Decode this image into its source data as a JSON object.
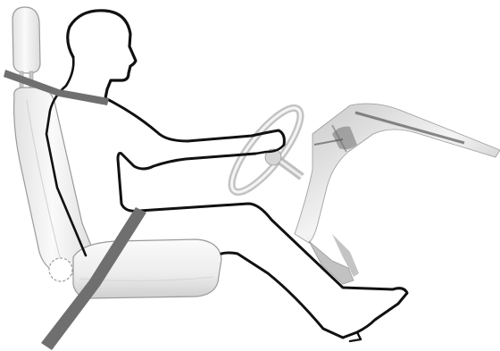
{
  "figure": {
    "subject": "driver-seating-position",
    "colors": {
      "background": "#ffffff",
      "outline": "#111111",
      "seat_fill": "#f1f1f1",
      "seat_stroke": "#9a9a9a",
      "belt": "#6f6f6f",
      "dash_dark": "#4a4a4a",
      "dash_light": "#d9d9d9"
    },
    "elements": [
      "headrest",
      "seat-back",
      "seat-cushion",
      "seat-belt",
      "driver-figure",
      "steering-wheel",
      "dashboard",
      "pedals"
    ]
  }
}
